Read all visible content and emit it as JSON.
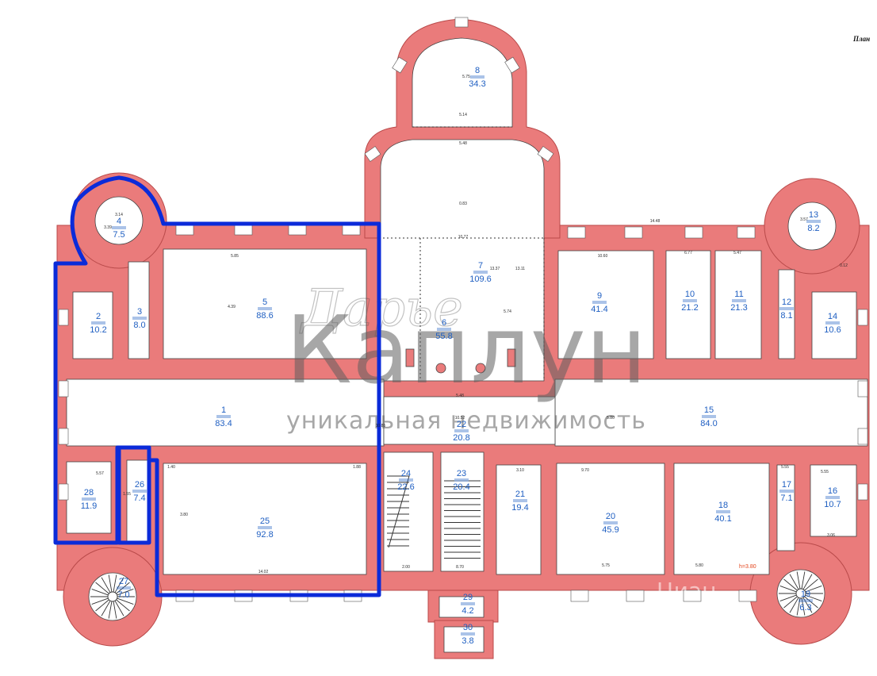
{
  "plan_title": "План",
  "colors": {
    "wall": "#ea7b7b",
    "wall_edge": "#b94a4a",
    "room_fill": "#ffffff",
    "label": "#1f5fc2",
    "highlight": "#0b2bd9",
    "watermark": "#5f5f5f",
    "level_mark": "#e3431a"
  },
  "rooms": [
    {
      "num": "1",
      "area": "83.4"
    },
    {
      "num": "2",
      "area": "10.2"
    },
    {
      "num": "3",
      "area": "8.0"
    },
    {
      "num": "4",
      "area": "7.5"
    },
    {
      "num": "5",
      "area": "88.6"
    },
    {
      "num": "6",
      "area": "55.8"
    },
    {
      "num": "7",
      "area": "109.6"
    },
    {
      "num": "8",
      "area": "34.3"
    },
    {
      "num": "9",
      "area": "41.4"
    },
    {
      "num": "10",
      "area": "21.2"
    },
    {
      "num": "11",
      "area": "21.3"
    },
    {
      "num": "12",
      "area": "8.1"
    },
    {
      "num": "13",
      "area": "8.2"
    },
    {
      "num": "14",
      "area": "10.6"
    },
    {
      "num": "15",
      "area": "84.0"
    },
    {
      "num": "16",
      "area": "10.7"
    },
    {
      "num": "17",
      "area": "7.1"
    },
    {
      "num": "18",
      "area": "40.1"
    },
    {
      "num": "19",
      "area": "6.3"
    },
    {
      "num": "20",
      "area": "45.9"
    },
    {
      "num": "21",
      "area": "19.4"
    },
    {
      "num": "22",
      "area": "20.8"
    },
    {
      "num": "23",
      "area": "20.4"
    },
    {
      "num": "24",
      "area": "22.6"
    },
    {
      "num": "25",
      "area": "92.8"
    },
    {
      "num": "26",
      "area": "7.4"
    },
    {
      "num": "27",
      "area": "7.0"
    },
    {
      "num": "28",
      "area": "11.9"
    },
    {
      "num": "29",
      "area": "4.2"
    },
    {
      "num": "30",
      "area": "3.8"
    }
  ],
  "dimensions": [
    "5.75",
    "5.14",
    "5.48",
    "0.83",
    "10.77",
    "13.37",
    "13.11",
    "5.74",
    "10.52",
    "5.80",
    "10.60",
    "6.77",
    "5.47",
    "5.85",
    "4.39",
    "3.80",
    "3.14",
    "3.39",
    "3.57",
    "14.48",
    "10.85",
    "5.57",
    "1.40",
    "1.88",
    "3.10",
    "9.70",
    "5.80",
    "5.75",
    "2.00",
    "8.70",
    "1.55",
    "14.02",
    "3.06",
    "5.55",
    "5.55",
    "5.48",
    "0.12"
  ],
  "level_mark": "h=3.80",
  "watermark": {
    "script": "Дарье",
    "main": "Каплун",
    "tagline": "уникальная недвижимость",
    "corner": "Циан"
  }
}
